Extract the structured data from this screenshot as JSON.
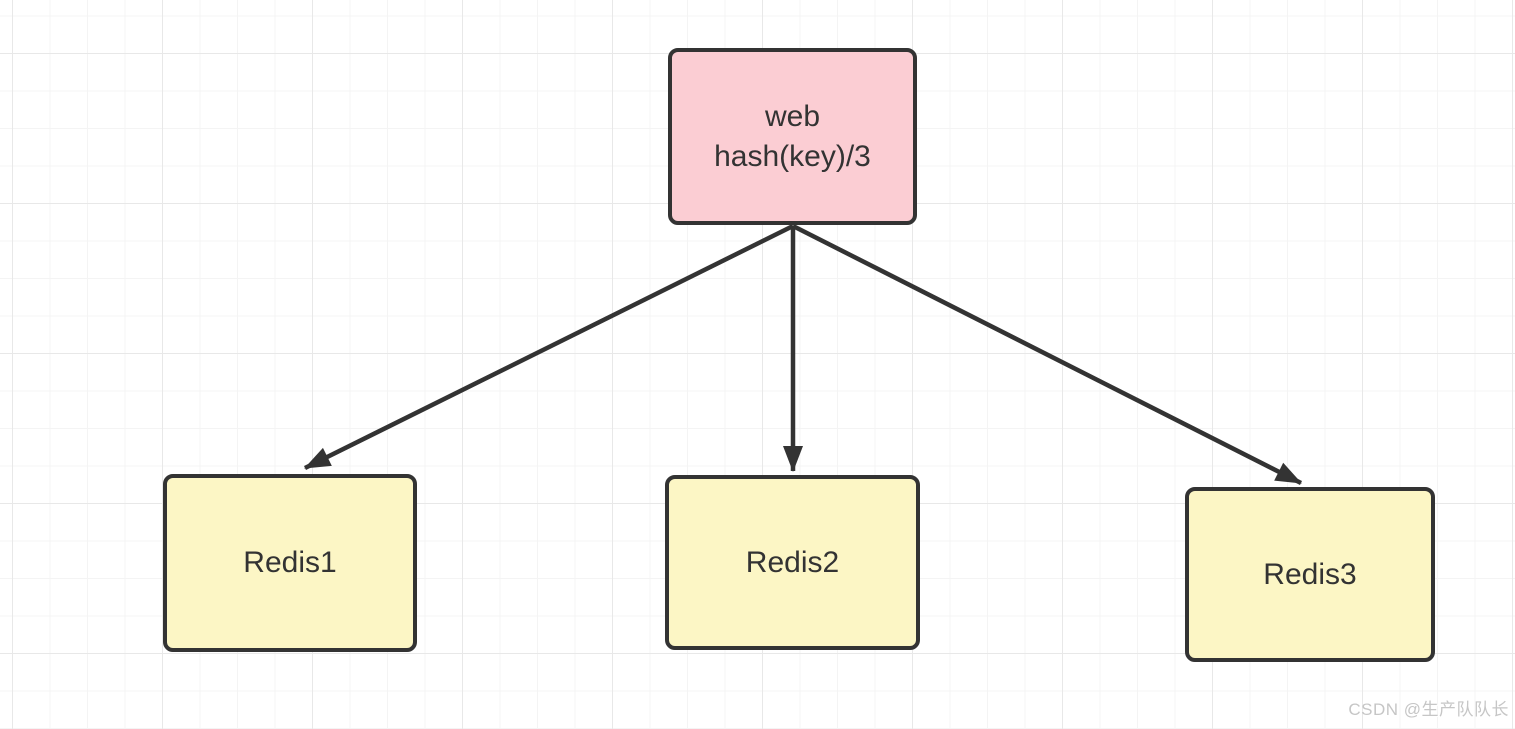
{
  "diagram": {
    "root": {
      "id": "web",
      "label_line1": "web",
      "label_line2": "hash(key)/3"
    },
    "nodes": [
      {
        "id": "redis1",
        "label": "Redis1"
      },
      {
        "id": "redis2",
        "label": "Redis2"
      },
      {
        "id": "redis3",
        "label": "Redis3"
      }
    ],
    "edges": [
      {
        "from": "web",
        "to": "redis1",
        "arrowhead": "filled-triangle"
      },
      {
        "from": "web",
        "to": "redis2",
        "arrowhead": "filled-triangle"
      },
      {
        "from": "web",
        "to": "redis3",
        "arrowhead": "filled-triangle"
      }
    ],
    "colors": {
      "root_fill": "#fbcdd3",
      "leaf_fill": "#fcf6c5",
      "stroke": "#333333",
      "grid_minor": "#f4f4f4",
      "grid_major": "#e8e8e8",
      "watermark": "#c6c6c6"
    }
  },
  "watermark": {
    "text": "CSDN @生产队队长"
  }
}
